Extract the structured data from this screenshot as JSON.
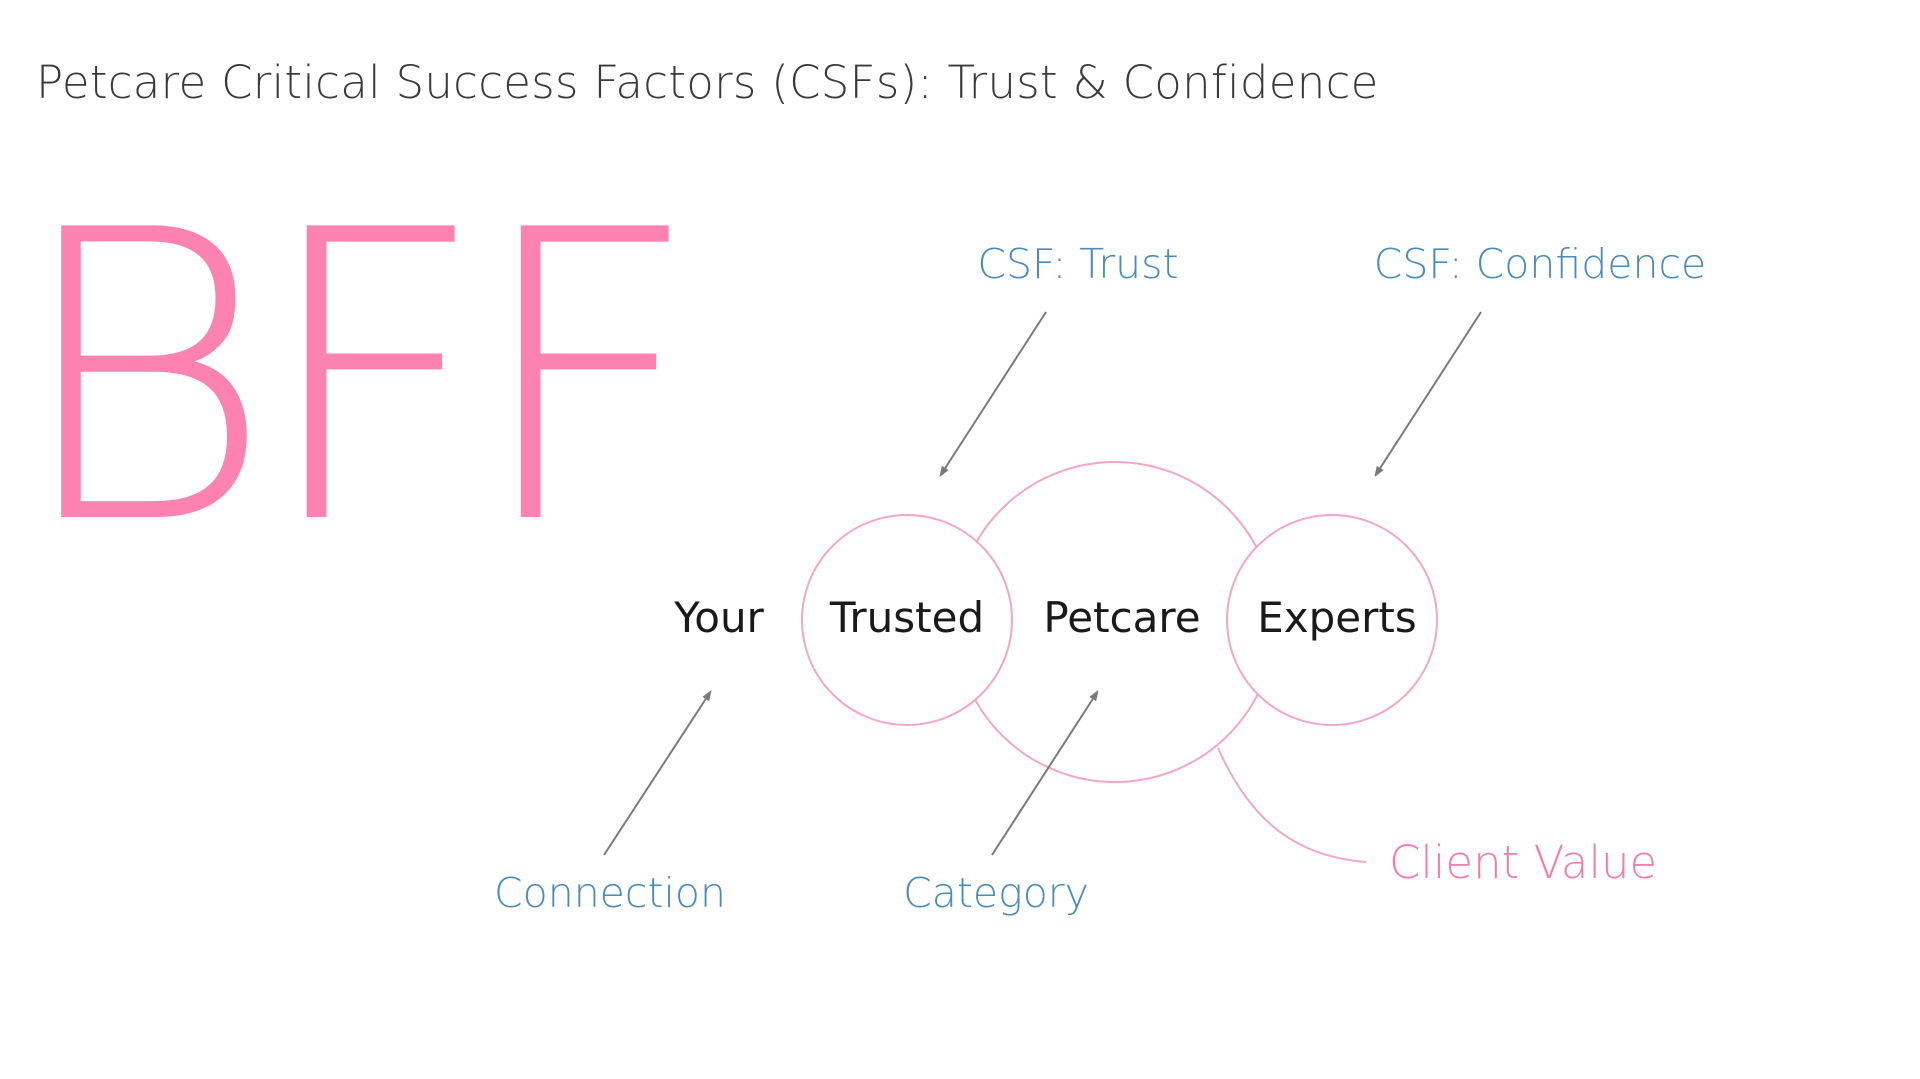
{
  "title": "Petcare Critical Success Factors (CSFs):  Trust & Confidence",
  "big_word": "BFF",
  "diagram": {
    "words": {
      "your": "Your",
      "trusted": "Trusted",
      "petcare": "Petcare",
      "experts": "Experts"
    },
    "annotations": {
      "csf_trust": "CSF: Trust",
      "csf_confidence": "CSF: Confidence",
      "connection": "Connection",
      "category": "Category",
      "client_value": "Client Value"
    }
  },
  "colors": {
    "accent_pink": "#fc82b0",
    "circle_pink": "#f4a6c6",
    "annotation_blue": "#4a8bbd",
    "arrow_gray": "#7a7a7a",
    "title_gray": "#3a3a3a"
  }
}
